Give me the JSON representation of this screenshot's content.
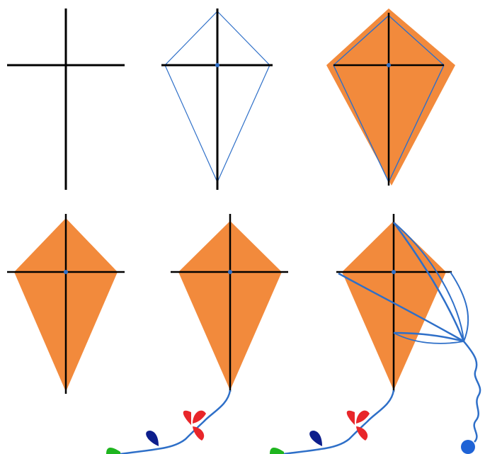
{
  "colors": {
    "background": "#ffffff",
    "cross": "#000000",
    "outline": "#2e6fc8",
    "kite_fill": "#f28a3c",
    "string": "#2e6fc8",
    "bow_red": "#e8262a",
    "bow_navy": "#0d1e8c",
    "bow_green": "#1fb51f",
    "ball": "#1f63d6"
  },
  "steps": [
    {
      "step": 1,
      "shows": "cross"
    },
    {
      "step": 2,
      "shows": "cross-with-outline"
    },
    {
      "step": 3,
      "shows": "cross-with-outline-and-wide-fill"
    },
    {
      "step": 4,
      "shows": "filled-kite"
    },
    {
      "step": 5,
      "shows": "filled-kite-with-tail"
    },
    {
      "step": 6,
      "shows": "filled-kite-with-bridle-and-string"
    }
  ]
}
